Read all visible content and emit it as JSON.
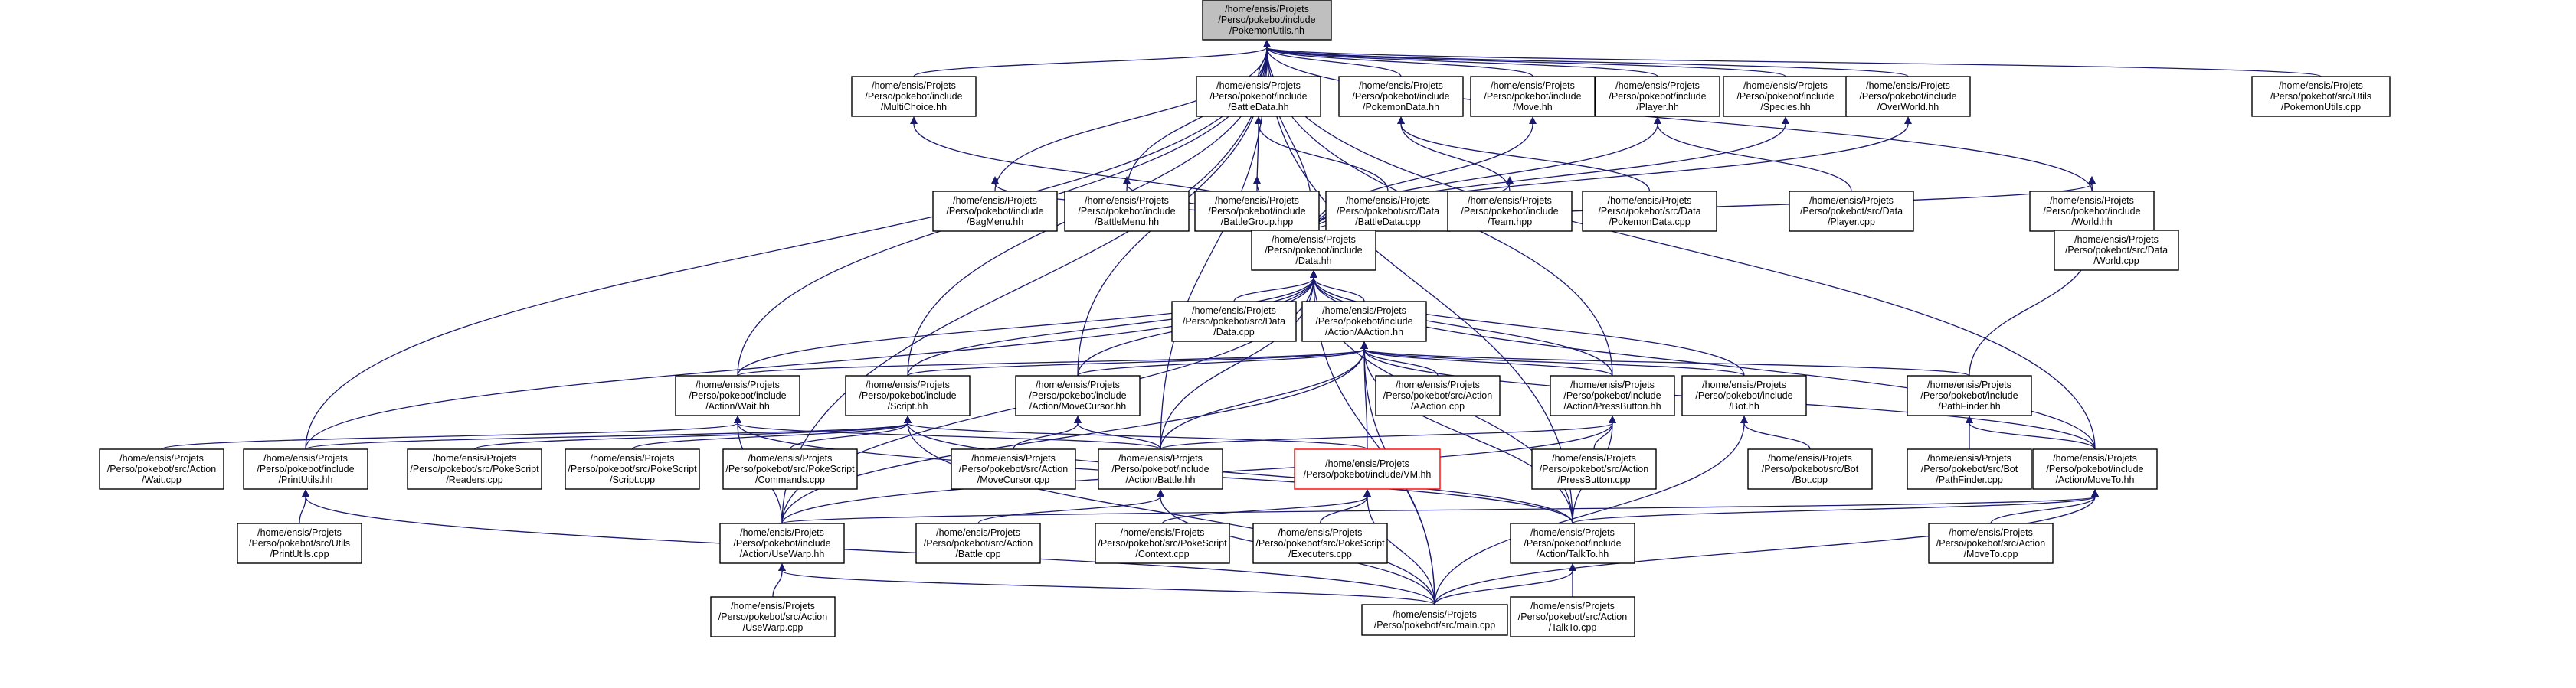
{
  "diagram": {
    "colors": {
      "edge": "#191970",
      "root_fill": "#bfbfbf",
      "highlight_border": "#ff0000",
      "box_border": "#000000"
    },
    "nodes": [
      {
        "id": "pokemonutils",
        "lines": [
          "/home/ensis/Projets",
          "/Perso/pokebot/include",
          "/PokemonUtils.hh"
        ],
        "style": "root"
      },
      {
        "id": "multichoice",
        "lines": [
          "/home/ensis/Projets",
          "/Perso/pokebot/include",
          "/MultiChoice.hh"
        ]
      },
      {
        "id": "battledata_hh",
        "lines": [
          "/home/ensis/Projets",
          "/Perso/pokebot/include",
          "/BattleData.hh"
        ]
      },
      {
        "id": "pokemondata_hh",
        "lines": [
          "/home/ensis/Projets",
          "/Perso/pokebot/include",
          "/PokemonData.hh"
        ]
      },
      {
        "id": "move_hh",
        "lines": [
          "/home/ensis/Projets",
          "/Perso/pokebot/include",
          "/Move.hh"
        ]
      },
      {
        "id": "player_hh",
        "lines": [
          "/home/ensis/Projets",
          "/Perso/pokebot/include",
          "/Player.hh"
        ]
      },
      {
        "id": "species_hh",
        "lines": [
          "/home/ensis/Projets",
          "/Perso/pokebot/include",
          "/Species.hh"
        ]
      },
      {
        "id": "overworld_hh",
        "lines": [
          "/home/ensis/Projets",
          "/Perso/pokebot/include",
          "/OverWorld.hh"
        ]
      },
      {
        "id": "pokemonutils_cpp",
        "lines": [
          "/home/ensis/Projets",
          "/Perso/pokebot/src/Utils",
          "/PokemonUtils.cpp"
        ]
      },
      {
        "id": "bagmenu",
        "lines": [
          "/home/ensis/Projets",
          "/Perso/pokebot/include",
          "/BagMenu.hh"
        ]
      },
      {
        "id": "battlemenu",
        "lines": [
          "/home/ensis/Projets",
          "/Perso/pokebot/include",
          "/BattleMenu.hh"
        ]
      },
      {
        "id": "battlegroup",
        "lines": [
          "/home/ensis/Projets",
          "/Perso/pokebot/include",
          "/BattleGroup.hpp"
        ]
      },
      {
        "id": "battledata_cpp",
        "lines": [
          "/home/ensis/Projets",
          "/Perso/pokebot/src/Data",
          "/BattleData.cpp"
        ]
      },
      {
        "id": "team",
        "lines": [
          "/home/ensis/Projets",
          "/Perso/pokebot/include",
          "/Team.hpp"
        ]
      },
      {
        "id": "pokemondata_cpp",
        "lines": [
          "/home/ensis/Projets",
          "/Perso/pokebot/src/Data",
          "/PokemonData.cpp"
        ]
      },
      {
        "id": "player_cpp",
        "lines": [
          "/home/ensis/Projets",
          "/Perso/pokebot/src/Data",
          "/Player.cpp"
        ]
      },
      {
        "id": "world_hh",
        "lines": [
          "/home/ensis/Projets",
          "/Perso/pokebot/include",
          "/World.hh"
        ]
      },
      {
        "id": "data_hh",
        "lines": [
          "/home/ensis/Projets",
          "/Perso/pokebot/include",
          "/Data.hh"
        ]
      },
      {
        "id": "world_cpp",
        "lines": [
          "/home/ensis/Projets",
          "/Perso/pokebot/src/Data",
          "/World.cpp"
        ]
      },
      {
        "id": "data_cpp",
        "lines": [
          "/home/ensis/Projets",
          "/Perso/pokebot/src/Data",
          "/Data.cpp"
        ]
      },
      {
        "id": "aaction_hh",
        "lines": [
          "/home/ensis/Projets",
          "/Perso/pokebot/include",
          "/Action/AAction.hh"
        ]
      },
      {
        "id": "wait_hh",
        "lines": [
          "/home/ensis/Projets",
          "/Perso/pokebot/include",
          "/Action/Wait.hh"
        ]
      },
      {
        "id": "script_hh",
        "lines": [
          "/home/ensis/Projets",
          "/Perso/pokebot/include",
          "/Script.hh"
        ]
      },
      {
        "id": "movecursor_hh",
        "lines": [
          "/home/ensis/Projets",
          "/Perso/pokebot/include",
          "/Action/MoveCursor.hh"
        ]
      },
      {
        "id": "aaction_cpp",
        "lines": [
          "/home/ensis/Projets",
          "/Perso/pokebot/src/Action",
          "/AAction.cpp"
        ]
      },
      {
        "id": "pressbutton_hh",
        "lines": [
          "/home/ensis/Projets",
          "/Perso/pokebot/include",
          "/Action/PressButton.hh"
        ]
      },
      {
        "id": "bot_hh",
        "lines": [
          "/home/ensis/Projets",
          "/Perso/pokebot/include",
          "/Bot.hh"
        ]
      },
      {
        "id": "pathfinder_hh",
        "lines": [
          "/home/ensis/Projets",
          "/Perso/pokebot/include",
          "/PathFinder.hh"
        ]
      },
      {
        "id": "wait_cpp",
        "lines": [
          "/home/ensis/Projets",
          "/Perso/pokebot/src/Action",
          "/Wait.cpp"
        ]
      },
      {
        "id": "printutils_hh",
        "lines": [
          "/home/ensis/Projets",
          "/Perso/pokebot/include",
          "/PrintUtils.hh"
        ]
      },
      {
        "id": "readers_cpp",
        "lines": [
          "/home/ensis/Projets",
          "/Perso/pokebot/src/PokeScript",
          "/Readers.cpp"
        ]
      },
      {
        "id": "script_cpp",
        "lines": [
          "/home/ensis/Projets",
          "/Perso/pokebot/src/PokeScript",
          "/Script.cpp"
        ]
      },
      {
        "id": "commands_cpp",
        "lines": [
          "/home/ensis/Projets",
          "/Perso/pokebot/src/PokeScript",
          "/Commands.cpp"
        ]
      },
      {
        "id": "movecursor_cpp",
        "lines": [
          "/home/ensis/Projets",
          "/Perso/pokebot/src/Action",
          "/MoveCursor.cpp"
        ]
      },
      {
        "id": "battle_hh",
        "lines": [
          "/home/ensis/Projets",
          "/Perso/pokebot/include",
          "/Action/Battle.hh"
        ]
      },
      {
        "id": "vm_hh",
        "lines": [
          "/home/ensis/Projets",
          "/Perso/pokebot/include/VM.hh"
        ],
        "style": "red"
      },
      {
        "id": "pressbutton_cpp",
        "lines": [
          "/home/ensis/Projets",
          "/Perso/pokebot/src/Action",
          "/PressButton.cpp"
        ]
      },
      {
        "id": "bot_cpp",
        "lines": [
          "/home/ensis/Projets",
          "/Perso/pokebot/src/Bot",
          "/Bot.cpp"
        ]
      },
      {
        "id": "pathfinder_cpp",
        "lines": [
          "/home/ensis/Projets",
          "/Perso/pokebot/src/Bot",
          "/PathFinder.cpp"
        ]
      },
      {
        "id": "moveto_hh",
        "lines": [
          "/home/ensis/Projets",
          "/Perso/pokebot/include",
          "/Action/MoveTo.hh"
        ]
      },
      {
        "id": "printutils_cpp",
        "lines": [
          "/home/ensis/Projets",
          "/Perso/pokebot/src/Utils",
          "/PrintUtils.cpp"
        ]
      },
      {
        "id": "usewarp_hh",
        "lines": [
          "/home/ensis/Projets",
          "/Perso/pokebot/include",
          "/Action/UseWarp.hh"
        ]
      },
      {
        "id": "battle_cpp",
        "lines": [
          "/home/ensis/Projets",
          "/Perso/pokebot/src/Action",
          "/Battle.cpp"
        ]
      },
      {
        "id": "context_cpp",
        "lines": [
          "/home/ensis/Projets",
          "/Perso/pokebot/src/PokeScript",
          "/Context.cpp"
        ]
      },
      {
        "id": "executers_cpp",
        "lines": [
          "/home/ensis/Projets",
          "/Perso/pokebot/src/PokeScript",
          "/Executers.cpp"
        ]
      },
      {
        "id": "talkto_hh",
        "lines": [
          "/home/ensis/Projets",
          "/Perso/pokebot/include",
          "/Action/TalkTo.hh"
        ]
      },
      {
        "id": "moveto_cpp",
        "lines": [
          "/home/ensis/Projets",
          "/Perso/pokebot/src/Action",
          "/MoveTo.cpp"
        ]
      },
      {
        "id": "usewarp_cpp",
        "lines": [
          "/home/ensis/Projets",
          "/Perso/pokebot/src/Action",
          "/UseWarp.cpp"
        ]
      },
      {
        "id": "main_cpp",
        "lines": [
          "/home/ensis/Projets",
          "/Perso/pokebot/src/main.cpp"
        ]
      },
      {
        "id": "talkto_cpp",
        "lines": [
          "/home/ensis/Projets",
          "/Perso/pokebot/src/Action",
          "/TalkTo.cpp"
        ]
      }
    ],
    "edges": [
      [
        "pokemonutils",
        "multichoice"
      ],
      [
        "pokemonutils",
        "battledata_hh"
      ],
      [
        "pokemonutils",
        "pokemondata_hh"
      ],
      [
        "pokemonutils",
        "move_hh"
      ],
      [
        "pokemonutils",
        "player_hh"
      ],
      [
        "pokemonutils",
        "species_hh"
      ],
      [
        "pokemonutils",
        "overworld_hh"
      ],
      [
        "pokemonutils",
        "pokemonutils_cpp"
      ],
      [
        "pokemonutils",
        "bagmenu"
      ],
      [
        "pokemonutils",
        "battlemenu"
      ],
      [
        "pokemonutils",
        "world_hh"
      ],
      [
        "pokemonutils",
        "data_hh"
      ],
      [
        "pokemonutils",
        "wait_hh"
      ],
      [
        "pokemonutils",
        "script_hh"
      ],
      [
        "pokemonutils",
        "movecursor_hh"
      ],
      [
        "pokemonutils",
        "pressbutton_hh"
      ],
      [
        "pokemonutils",
        "printutils_hh"
      ],
      [
        "pokemonutils",
        "battle_hh"
      ],
      [
        "pokemonutils",
        "moveto_hh"
      ],
      [
        "pokemonutils",
        "usewarp_hh"
      ],
      [
        "pokemonutils",
        "talkto_hh"
      ],
      [
        "multichoice",
        "data_hh"
      ],
      [
        "battledata_hh",
        "battlegroup"
      ],
      [
        "battledata_hh",
        "battledata_cpp"
      ],
      [
        "battlegroup",
        "data_hh"
      ],
      [
        "pokemondata_hh",
        "team"
      ],
      [
        "pokemondata_hh",
        "pokemondata_cpp"
      ],
      [
        "team",
        "data_hh"
      ],
      [
        "move_hh",
        "data_hh"
      ],
      [
        "player_hh",
        "player_cpp"
      ],
      [
        "player_hh",
        "data_hh"
      ],
      [
        "species_hh",
        "data_hh"
      ],
      [
        "overworld_hh",
        "data_hh"
      ],
      [
        "bagmenu",
        "data_hh"
      ],
      [
        "battlemenu",
        "data_hh"
      ],
      [
        "world_hh",
        "world_cpp"
      ],
      [
        "world_hh",
        "data_hh"
      ],
      [
        "world_hh",
        "pathfinder_hh"
      ],
      [
        "data_hh",
        "data_cpp"
      ],
      [
        "data_hh",
        "aaction_hh"
      ],
      [
        "data_hh",
        "wait_hh"
      ],
      [
        "data_hh",
        "script_hh"
      ],
      [
        "data_hh",
        "movecursor_hh"
      ],
      [
        "data_hh",
        "pressbutton_hh"
      ],
      [
        "data_hh",
        "bot_hh"
      ],
      [
        "data_hh",
        "battle_hh"
      ],
      [
        "data_hh",
        "moveto_hh"
      ],
      [
        "data_hh",
        "printutils_hh"
      ],
      [
        "data_hh",
        "usewarp_hh"
      ],
      [
        "data_hh",
        "talkto_hh"
      ],
      [
        "data_hh",
        "main_cpp"
      ],
      [
        "aaction_hh",
        "aaction_cpp"
      ],
      [
        "aaction_hh",
        "wait_hh"
      ],
      [
        "aaction_hh",
        "script_hh"
      ],
      [
        "aaction_hh",
        "movecursor_hh"
      ],
      [
        "aaction_hh",
        "pressbutton_hh"
      ],
      [
        "aaction_hh",
        "bot_hh"
      ],
      [
        "aaction_hh",
        "pathfinder_hh"
      ],
      [
        "aaction_hh",
        "battle_hh"
      ],
      [
        "aaction_hh",
        "vm_hh"
      ],
      [
        "aaction_hh",
        "moveto_hh"
      ],
      [
        "aaction_hh",
        "talkto_hh"
      ],
      [
        "aaction_hh",
        "usewarp_hh"
      ],
      [
        "aaction_hh",
        "main_cpp"
      ],
      [
        "wait_hh",
        "wait_cpp"
      ],
      [
        "wait_hh",
        "battle_hh"
      ],
      [
        "wait_hh",
        "usewarp_hh"
      ],
      [
        "wait_hh",
        "talkto_hh"
      ],
      [
        "script_hh",
        "readers_cpp"
      ],
      [
        "script_hh",
        "script_cpp"
      ],
      [
        "script_hh",
        "commands_cpp"
      ],
      [
        "script_hh",
        "vm_hh"
      ],
      [
        "script_hh",
        "printutils_hh"
      ],
      [
        "script_hh",
        "talkto_hh"
      ],
      [
        "script_hh",
        "main_cpp"
      ],
      [
        "movecursor_hh",
        "movecursor_cpp"
      ],
      [
        "movecursor_hh",
        "battle_hh"
      ],
      [
        "pressbutton_hh",
        "pressbutton_cpp"
      ],
      [
        "pressbutton_hh",
        "battle_hh"
      ],
      [
        "pressbutton_hh",
        "usewarp_hh"
      ],
      [
        "pressbutton_hh",
        "talkto_hh"
      ],
      [
        "bot_hh",
        "bot_cpp"
      ],
      [
        "bot_hh",
        "main_cpp"
      ],
      [
        "pathfinder_hh",
        "pathfinder_cpp"
      ],
      [
        "pathfinder_hh",
        "moveto_hh"
      ],
      [
        "printutils_hh",
        "printutils_cpp"
      ],
      [
        "printutils_hh",
        "main_cpp"
      ],
      [
        "battle_hh",
        "battle_cpp"
      ],
      [
        "battle_hh",
        "main_cpp"
      ],
      [
        "vm_hh",
        "context_cpp"
      ],
      [
        "vm_hh",
        "executers_cpp"
      ],
      [
        "vm_hh",
        "main_cpp"
      ],
      [
        "moveto_hh",
        "moveto_cpp"
      ],
      [
        "moveto_hh",
        "usewarp_hh"
      ],
      [
        "moveto_hh",
        "talkto_hh"
      ],
      [
        "moveto_hh",
        "main_cpp"
      ],
      [
        "usewarp_hh",
        "usewarp_cpp"
      ],
      [
        "usewarp_hh",
        "main_cpp"
      ],
      [
        "talkto_hh",
        "talkto_cpp"
      ],
      [
        "talkto_hh",
        "main_cpp"
      ]
    ]
  }
}
